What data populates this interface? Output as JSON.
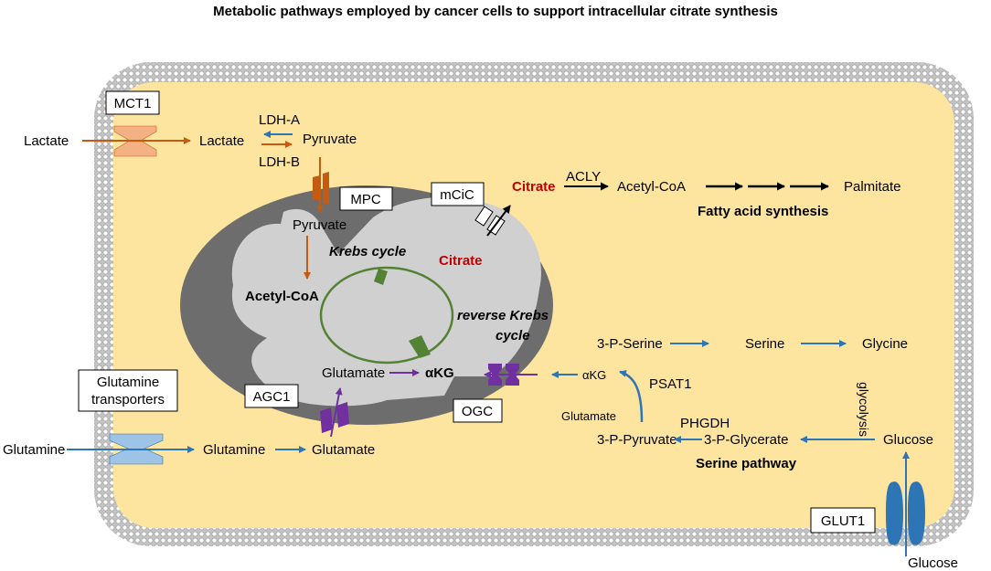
{
  "title": "Metabolic pathways employed by cancer cells to support intracellular citrate synthesis",
  "transporters": {
    "mct1": "MCT1",
    "mpc": "MPC",
    "mcic": "mCiC",
    "agc1": "AGC1",
    "ogc": "OGC",
    "glutamine_transporters_line1": "Glutamine",
    "glutamine_transporters_line2": "transporters",
    "glut1": "GLUT1"
  },
  "lactate_pathway": {
    "lactate_out": "Lactate",
    "lactate_in": "Lactate",
    "ldh_a": "LDH-A",
    "ldh_b": "LDH-B",
    "pyruvate_cyto": "Pyruvate"
  },
  "mitochondrion": {
    "pyruvate": "Pyruvate",
    "acetyl_coa": "Acetyl-CoA",
    "krebs_cycle": "Krebs cycle",
    "citrate": "Citrate",
    "reverse_line1": "reverse Krebs",
    "reverse_line2": "cycle",
    "glutamate": "Glutamate",
    "akg": "αKG"
  },
  "citrate_export": {
    "citrate": "Citrate",
    "acly": "ACLY",
    "acetyl_coa": "Acetyl-CoA",
    "palmitate": "Palmitate",
    "fatty_acid_synthesis": "Fatty acid synthesis"
  },
  "serine_pathway": {
    "p_serine": "3-P-Serine",
    "serine": "Serine",
    "glycine": "Glycine",
    "akg": "αKG",
    "psat1": "PSAT1",
    "glutamate": "Glutamate",
    "phgdh": "PHGDH",
    "p_pyruvate": "3-P-Pyruvate",
    "p_glycerate": "3-P-Glycerate",
    "glucose_in": "Glucose",
    "glycolysis": "glycolysis",
    "label": "Serine pathway"
  },
  "glutamine_pathway": {
    "glutamine_out": "Glutamine",
    "glutamine_in": "Glutamine",
    "glutamate": "Glutamate"
  },
  "glucose_out": "Glucose",
  "colors": {
    "cytoplasm": "#fde5a0",
    "membrane": "#b7b7b7",
    "mito_outer": "#6d6d6d",
    "mito_inner": "#d0d0d0",
    "orange": "#c55a11",
    "blue": "#2e75b6",
    "purple": "#7030a0",
    "green": "#548235",
    "red": "#c00000"
  }
}
